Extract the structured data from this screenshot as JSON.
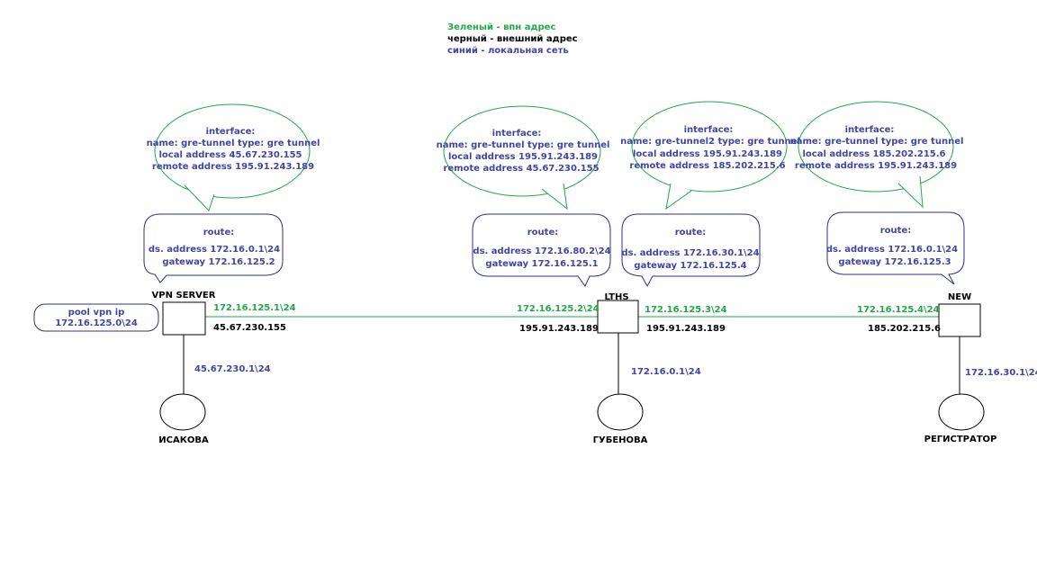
{
  "legend": {
    "green": "Зеленый - впн адрес",
    "black": "черный - внешний адрес",
    "blue": "синий - локальная сеть",
    "colors": {
      "green": "#22a84a",
      "black": "#000000",
      "blue": "#3f46a3"
    }
  },
  "nodes": {
    "vpn_server": {
      "label": "VPN SERVER",
      "vpn_ip": "172.16.125.1\\24",
      "ext_ip": "45.67.230.155",
      "local_net": "45.67.230.1\\24",
      "client": "ИСАКОВА"
    },
    "lths": {
      "label": "LTHS",
      "vpn_ip_left": "172.16.125.2\\24",
      "ext_ip_left": "195.91.243.189",
      "vpn_ip_right": "172.16.125.3\\24",
      "ext_ip_right": "195.91.243.189",
      "local_net": "172.16.0.1\\24",
      "client": "ГУБЕНОВА"
    },
    "new": {
      "label": "NEW",
      "vpn_ip": "172.16.125.4\\24",
      "ext_ip": "185.202.215.6",
      "local_net": "172.16.30.1\\24",
      "client": "РЕГИСТРАТОР"
    }
  },
  "pool": {
    "line1": "pool vpn ip",
    "line2": "172.16.125.0\\24"
  },
  "interfaces": [
    {
      "title": "interface:",
      "line1": "name: gre-tunnel   type: gre tunnel",
      "line2": "local address    45.67.230.155",
      "line3": "remote address 195.91.243.189"
    },
    {
      "title": "interface:",
      "line1": "name: gre-tunnel   type: gre tunnel",
      "line2": "local address 195.91.243.189",
      "line3": "remote address 45.67.230.155"
    },
    {
      "title": "interface:",
      "line1": "name: gre-tunnel2  type: gre tunnel",
      "line2": "local address 195.91.243.189",
      "line3": "remote address 185.202.215.6"
    },
    {
      "title": "interface:",
      "line1": "name: gre-tunnel   type: gre tunnel",
      "line2": "local address 185.202.215.6",
      "line3": "remote address 195.91.243.189"
    }
  ],
  "routes": [
    {
      "title": "route:",
      "line1": "ds. address 172.16.0.1\\24",
      "line2": "gateway 172.16.125.2"
    },
    {
      "title": "route:",
      "line1": "ds. address  172.16.80.2\\24",
      "line2": "gateway  172.16.125.1"
    },
    {
      "title": "route:",
      "line1": "ds. address 172.16.30.1\\24",
      "line2": "gateway 172.16.125.4"
    },
    {
      "title": "route:",
      "line1": "ds. address 172.16.0.1\\24",
      "line2": "gateway 172.16.125.3"
    }
  ]
}
